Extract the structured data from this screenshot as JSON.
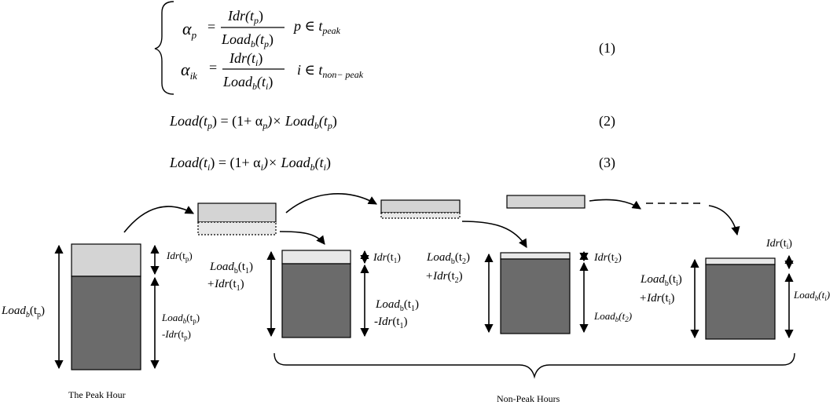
{
  "equations": {
    "eq1": {
      "alpha_p_lhs": "α",
      "alpha_p_sub": "p",
      "eq_sign": "=",
      "num1": "Idr(t",
      "num1_sub": "p",
      "close": ")",
      "den1": "Load",
      "den1_sub": "b",
      "den1_arg": "(t",
      "den1_arg_sub": "p",
      "cond1": "p ∈ t",
      "cond1_sub": "peak",
      "alpha_ik_lhs": "α",
      "alpha_ik_sub": "ik",
      "num2": "Idr(t",
      "num2_sub": "i",
      "den2": "Load",
      "den2_sub": "b",
      "den2_arg": "(t",
      "den2_arg_sub": "i",
      "cond2": "i ∈ t",
      "cond2_sub": "non− peak",
      "number": "(1)"
    },
    "eq2": {
      "lhs": "Load",
      "lhs_arg": "(t",
      "lhs_arg_sub": "p",
      "mid": ") = (1+ α",
      "mid_sub": "p",
      "rhs_times": ")× Load",
      "rhs_sub": "b",
      "rhs_arg": "(t",
      "rhs_arg_sub": "p",
      "close": ")",
      "number": "(2)"
    },
    "eq3": {
      "lhs": "Load",
      "lhs_arg": "(t",
      "lhs_arg_sub": "i",
      "mid": ") = (1+ α",
      "mid_sub": "i",
      "rhs_times": ")× Load",
      "rhs_sub": "b",
      "rhs_arg": "(t",
      "rhs_arg_sub": "i",
      "close": ")",
      "number": "(3)"
    }
  },
  "labels": {
    "peak_load": [
      "Load",
      "b",
      "(t",
      "p",
      ")"
    ],
    "peak_idr": [
      "Idr",
      "(t",
      "p",
      ")"
    ],
    "peak_lower_1": [
      "Load",
      "b",
      "(t",
      "p",
      ")"
    ],
    "peak_lower_2": [
      "-Idr",
      "(t",
      "p",
      ")"
    ],
    "t1_left_1": [
      "Load",
      "b",
      "(t",
      "1",
      ")"
    ],
    "t1_left_2": [
      "+Idr",
      "(t",
      "1",
      ")"
    ],
    "t1_idr": [
      "Idr",
      "(t",
      "1",
      ")"
    ],
    "t1_right_1": [
      "Load",
      "b",
      "(t",
      "1",
      ")"
    ],
    "t1_right_2": [
      "-Idr",
      "(t",
      "1",
      ")"
    ],
    "t2_left_1": [
      "Load",
      "b",
      "(t",
      "2",
      ")"
    ],
    "t2_left_2": [
      "+Idr",
      "(t",
      "2",
      ")"
    ],
    "t2_idr": [
      "Idr",
      "(t",
      "2",
      ")"
    ],
    "t2_load": [
      "Load",
      "b",
      "(t",
      "2",
      ")"
    ],
    "ti_idr": [
      "Idr",
      "(t",
      "i",
      ")"
    ],
    "ti_left_1": [
      "Load",
      "b",
      "(t",
      "i",
      ")"
    ],
    "ti_left_2": [
      "+Idr",
      "(t",
      "i",
      ")"
    ],
    "ti_load": [
      "Load",
      "b",
      "(t",
      "i",
      ")"
    ]
  },
  "captions": {
    "peak": "The Peak Hour",
    "non_peak": "Non-Peak Hours"
  },
  "colors": {
    "dark_bar": "#6b6b6b",
    "light_bar": "#d4d4d4",
    "lightest_bar": "#e8e8e8",
    "stroke": "#000000"
  }
}
